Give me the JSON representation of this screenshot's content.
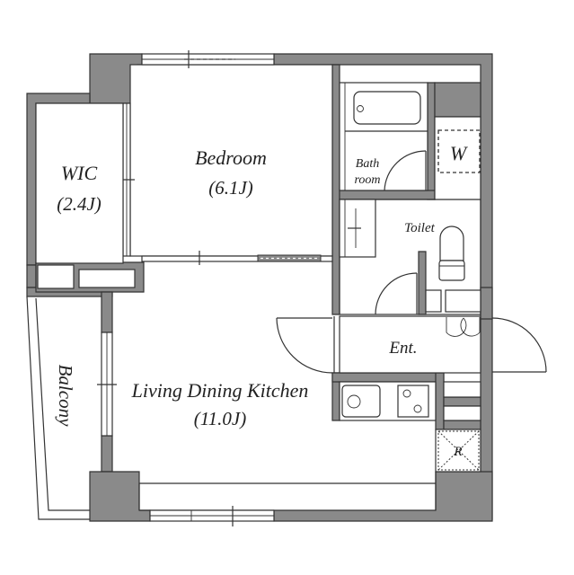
{
  "floor_plan": {
    "rooms": {
      "wic": {
        "name": "WIC",
        "size": "(2.4J)"
      },
      "bedroom": {
        "name": "Bedroom",
        "size": "(6.1J)"
      },
      "ldk": {
        "name": "Living Dining Kitchen",
        "size": "(11.0J)"
      },
      "balcony": {
        "name": "Balcony"
      },
      "bathroom": {
        "name_line1": "Bath",
        "name_line2": "room"
      },
      "toilet": {
        "name": "Toilet"
      },
      "entrance": {
        "name": "Ent."
      }
    },
    "fixtures": {
      "washer": "W",
      "refrigerator": "R"
    },
    "colors": {
      "wall": "#8a8a8a",
      "line": "#333333",
      "background": "#ffffff"
    }
  }
}
